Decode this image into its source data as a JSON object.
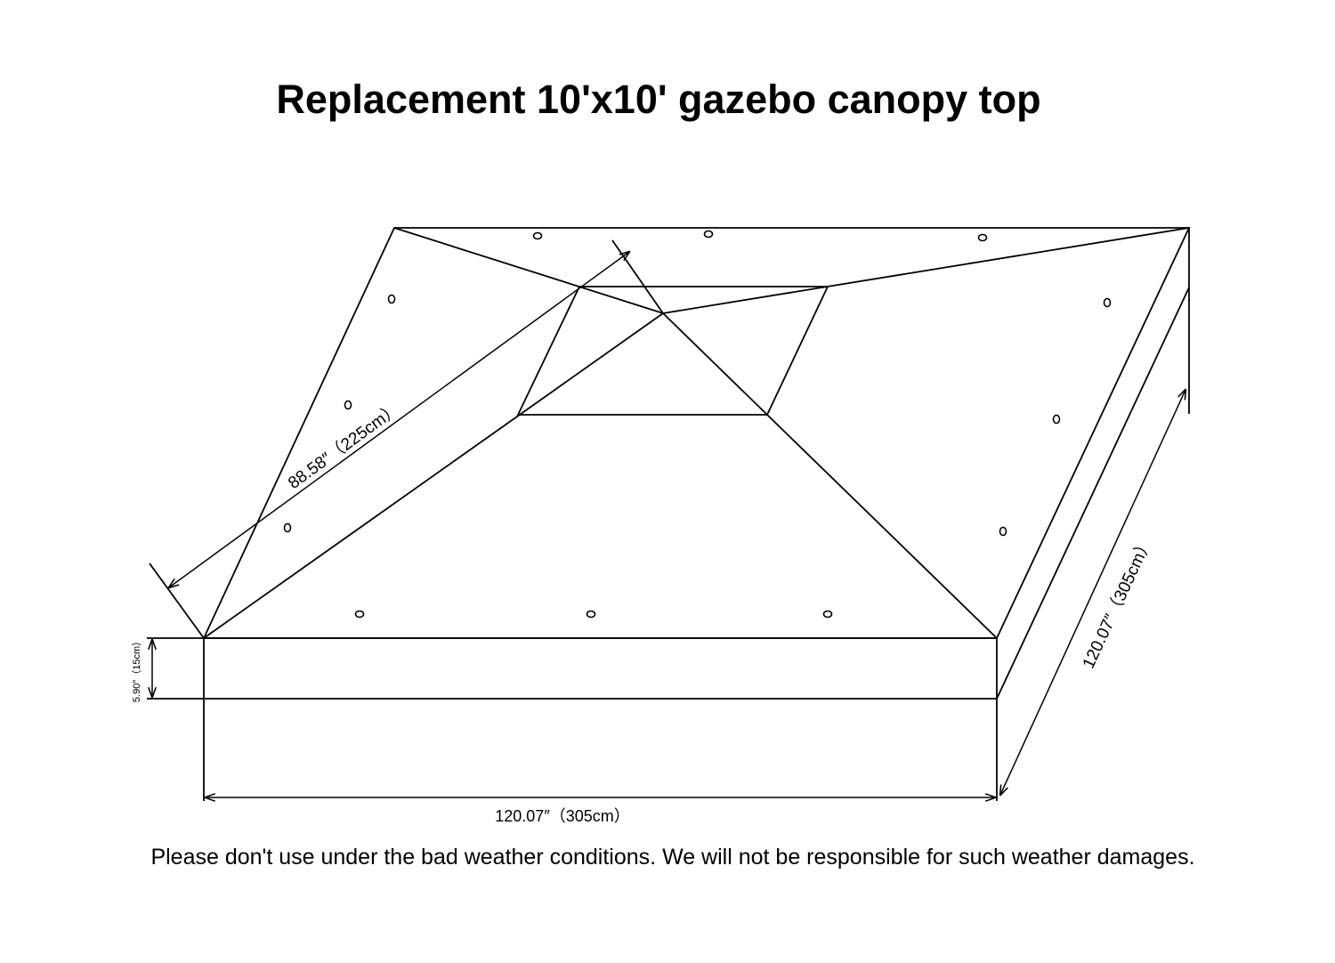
{
  "title": "Replacement 10'x10' gazebo canopy top",
  "note": "Please don't use under the bad weather conditions. We will not be responsible for such weather damages.",
  "dimensions": {
    "diagonal": "88.58″（225cm）",
    "side_depth": "120.07″（305cm）",
    "width": "120.07″（305cm）",
    "height": "5.90″（15cm）"
  },
  "colors": {
    "line": "#000000",
    "background": "#ffffff"
  }
}
